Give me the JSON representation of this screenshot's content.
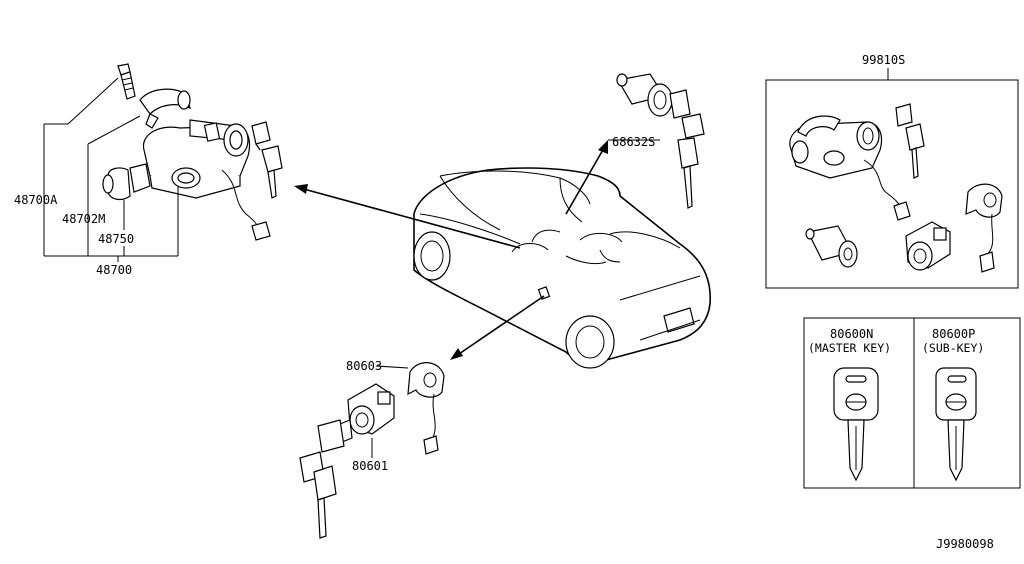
{
  "callouts": {
    "p48700A": "48700A",
    "p48702M": "48702M",
    "p48750": "48750",
    "p48700": "48700",
    "p68632S": "68632S",
    "p99810S": "99810S",
    "p80603": "80603",
    "p80601": "80601",
    "p80600N": "80600N",
    "master_key": "(MASTER KEY)",
    "p80600P": "80600P",
    "sub_key": "(SUB-KEY)"
  },
  "diagram_id": "J9980098"
}
